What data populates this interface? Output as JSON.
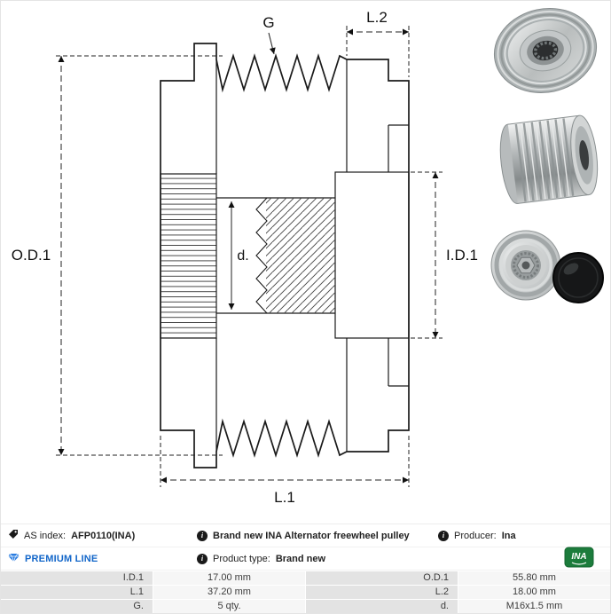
{
  "diagram": {
    "labels": {
      "g": "G",
      "l2": "L.2",
      "od1": "O.D.1",
      "d": "d.",
      "id1": "I.D.1",
      "l1": "L.1"
    }
  },
  "photos": [
    {
      "name": "pulley-angled-view"
    },
    {
      "name": "pulley-side-view"
    },
    {
      "name": "pulley-front-view-with-cap"
    }
  ],
  "icons": {
    "info_glyph": "i"
  },
  "info": {
    "as_index_label": "AS index:",
    "as_index_value": "AFP0110(INA)",
    "description": "Brand new INA Alternator freewheel pulley",
    "producer_label": "Producer:",
    "producer_value": "Ina",
    "premium_line": "PREMIUM LINE",
    "product_type_label": "Product type:",
    "product_type_value": "Brand new",
    "brand_logo": "INA"
  },
  "specs": {
    "rows": [
      {
        "label1": "I.D.1",
        "value1": "17.00 mm",
        "label2": "O.D.1",
        "value2": "55.80 mm"
      },
      {
        "label1": "L.1",
        "value1": "37.20 mm",
        "label2": "L.2",
        "value2": "18.00 mm"
      },
      {
        "label1": "G.",
        "value1": "5 qty.",
        "label2": "d.",
        "value2": "M16x1.5 mm"
      }
    ]
  },
  "colors": {
    "premium_blue": "#1266c9",
    "ina_green": "#1c7c3c",
    "table_label_bg": "#e3e3e3",
    "table_value_bg": "#f6f6f6"
  }
}
